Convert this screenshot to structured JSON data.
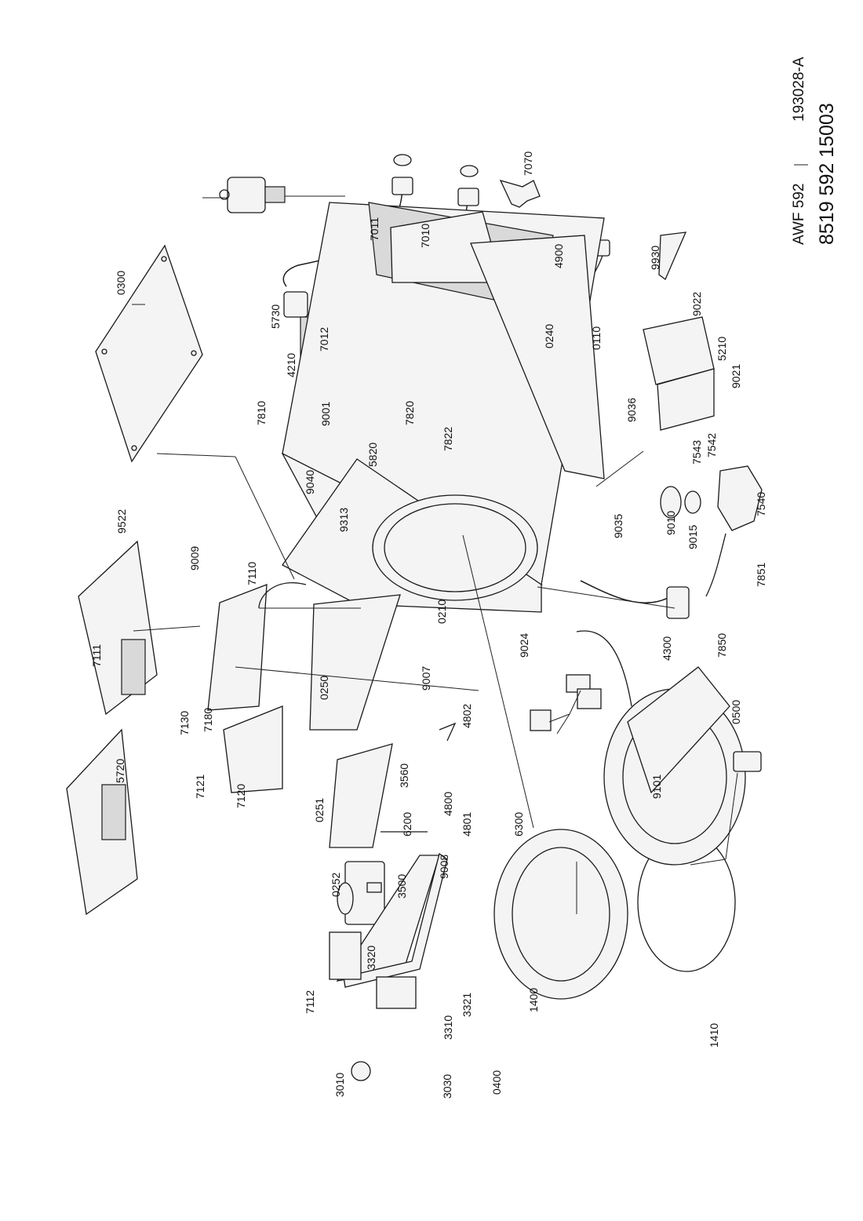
{
  "header": {
    "model": "AWF 592",
    "diagram_code": "193028-A",
    "part_number": "8519 592 15003"
  },
  "labels": [
    {
      "id": "0300",
      "text": "0300"
    },
    {
      "id": "7011",
      "text": "7011"
    },
    {
      "id": "7010",
      "text": "7010"
    },
    {
      "id": "7070",
      "text": "7070"
    },
    {
      "id": "5730",
      "text": "5730"
    },
    {
      "id": "7012",
      "text": "7012"
    },
    {
      "id": "4900",
      "text": "4900"
    },
    {
      "id": "9930",
      "text": "9930"
    },
    {
      "id": "4210",
      "text": "4210"
    },
    {
      "id": "0240",
      "text": "0240"
    },
    {
      "id": "0110",
      "text": "0110"
    },
    {
      "id": "9022",
      "text": "9022"
    },
    {
      "id": "5210",
      "text": "5210"
    },
    {
      "id": "9021",
      "text": "9021"
    },
    {
      "id": "7810",
      "text": "7810"
    },
    {
      "id": "9001",
      "text": "9001"
    },
    {
      "id": "7820",
      "text": "7820"
    },
    {
      "id": "7822",
      "text": "7822"
    },
    {
      "id": "5820",
      "text": "5820"
    },
    {
      "id": "9036",
      "text": "9036"
    },
    {
      "id": "9040",
      "text": "9040"
    },
    {
      "id": "7543",
      "text": "7543"
    },
    {
      "id": "7542",
      "text": "7542"
    },
    {
      "id": "9522",
      "text": "9522"
    },
    {
      "id": "9313",
      "text": "9313"
    },
    {
      "id": "9010",
      "text": "9010"
    },
    {
      "id": "7540",
      "text": "7540"
    },
    {
      "id": "9035",
      "text": "9035"
    },
    {
      "id": "9015",
      "text": "9015"
    },
    {
      "id": "9009",
      "text": "9009"
    },
    {
      "id": "7110",
      "text": "7110"
    },
    {
      "id": "7851",
      "text": "7851"
    },
    {
      "id": "0210",
      "text": "0210"
    },
    {
      "id": "7850",
      "text": "7850"
    },
    {
      "id": "9024",
      "text": "9024"
    },
    {
      "id": "4300",
      "text": "4300"
    },
    {
      "id": "7111",
      "text": "7111"
    },
    {
      "id": "0250",
      "text": "0250"
    },
    {
      "id": "9007",
      "text": "9007"
    },
    {
      "id": "7130",
      "text": "7130"
    },
    {
      "id": "7180",
      "text": "7180"
    },
    {
      "id": "4802",
      "text": "4802"
    },
    {
      "id": "0500",
      "text": "0500"
    },
    {
      "id": "5720",
      "text": "5720"
    },
    {
      "id": "7121",
      "text": "7121"
    },
    {
      "id": "7120",
      "text": "7120"
    },
    {
      "id": "3560",
      "text": "3560"
    },
    {
      "id": "0251",
      "text": "0251"
    },
    {
      "id": "6200",
      "text": "6200"
    },
    {
      "id": "4800",
      "text": "4800"
    },
    {
      "id": "4801",
      "text": "4801"
    },
    {
      "id": "6300",
      "text": "6300"
    },
    {
      "id": "9101",
      "text": "9101"
    },
    {
      "id": "9008",
      "text": "9008"
    },
    {
      "id": "0252",
      "text": "0252"
    },
    {
      "id": "3500",
      "text": "3500"
    },
    {
      "id": "3320",
      "text": "3320"
    },
    {
      "id": "1400",
      "text": "1400"
    },
    {
      "id": "3321",
      "text": "3321"
    },
    {
      "id": "7112",
      "text": "7112"
    },
    {
      "id": "3310",
      "text": "3310"
    },
    {
      "id": "1410",
      "text": "1410"
    },
    {
      "id": "3010",
      "text": "3010"
    },
    {
      "id": "3030",
      "text": "3030"
    },
    {
      "id": "0400",
      "text": "0400"
    }
  ]
}
